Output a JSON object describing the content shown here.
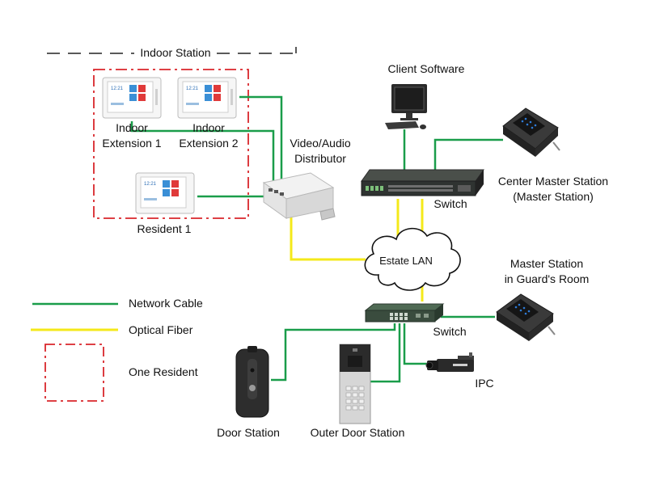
{
  "labels": {
    "indoor_station": "Indoor Station",
    "indoor_ext1_line1": "Indoor",
    "indoor_ext1_line2": "Extension 1",
    "indoor_ext2_line1": "Indoor",
    "indoor_ext2_line2": "Extension 2",
    "resident1": "Resident 1",
    "video_audio_line1": "Video/Audio",
    "video_audio_line2": "Distributor",
    "client_software": "Client Software",
    "switch_top": "Switch",
    "center_master_line1": "Center Master Station",
    "center_master_line2": "(Master Station)",
    "estate_lan": "Estate LAN",
    "master_guard_line1": "Master Station",
    "master_guard_line2": "in Guard's Room",
    "switch_bottom": "Switch",
    "ipc": "IPC",
    "door_station": "Door Station",
    "outer_door_station": "Outer Door Station"
  },
  "legend": {
    "network_cable": "Network Cable",
    "optical_fiber": "Optical Fiber",
    "one_resident": "One Resident"
  },
  "screen_text": {
    "clock": "12:21"
  },
  "colors": {
    "network_cable": "#1a9d4a",
    "optical_fiber": "#f4e91a",
    "resident_boundary": "#d9262b",
    "dash_line": "#222222"
  },
  "icons": {
    "monitor": "indoor-monitor-icon",
    "pc": "computer-icon",
    "switch": "network-switch-icon",
    "master_station": "master-station-phone-icon",
    "cloud": "cloud-icon",
    "door_station": "door-station-icon",
    "outer_door_station": "outer-door-station-icon",
    "camera": "ipc-camera-icon",
    "distributor": "distributor-box-icon"
  }
}
